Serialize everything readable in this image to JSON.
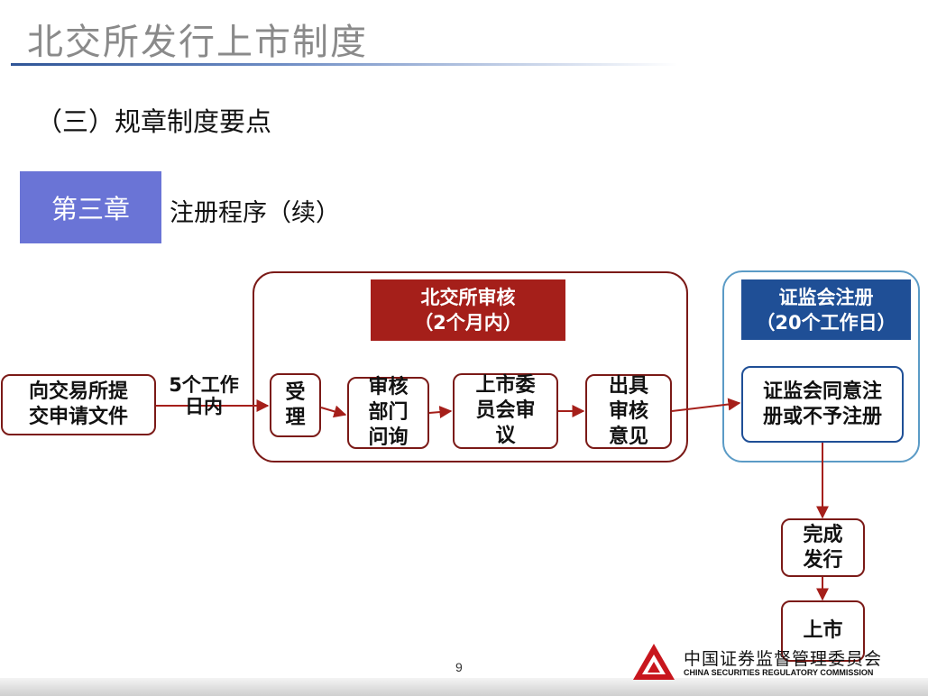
{
  "header": {
    "title": "北交所发行上市制度",
    "subtitle": "（三）规章制度要点"
  },
  "chapter": {
    "tag": "第三章",
    "title": "注册程序（续）"
  },
  "groups": {
    "bse": {
      "header_line1": "北交所审核",
      "header_line2": "（2个月内）"
    },
    "csrc": {
      "header_line1": "证监会注册",
      "header_line2": "（20个工作日）"
    }
  },
  "nodes": {
    "submit": "向交易所提\n交申请文件",
    "accept": "受\n理",
    "inquiry": "审核\n部门\n问询",
    "committee": "上市委\n员会审\n议",
    "opinion": "出具\n审核\n意见",
    "registration": "证监会同意注\n册或不予注册",
    "issuance": "完成\n发行",
    "listing": "上市"
  },
  "edge_labels": {
    "submit_to_accept": "5个工作\n日内"
  },
  "footer": {
    "page_number": "9",
    "org_cn": "中国证券监督管理委员会",
    "org_en": "CHINA SECURITIES REGULATORY COMMISSION"
  },
  "colors": {
    "dark_red": "#7b1a17",
    "header_red": "#a51f1a",
    "header_blue": "#1f4f96",
    "csrc_border": "#5b9bc6",
    "chapter_bg": "#6a74d6"
  }
}
